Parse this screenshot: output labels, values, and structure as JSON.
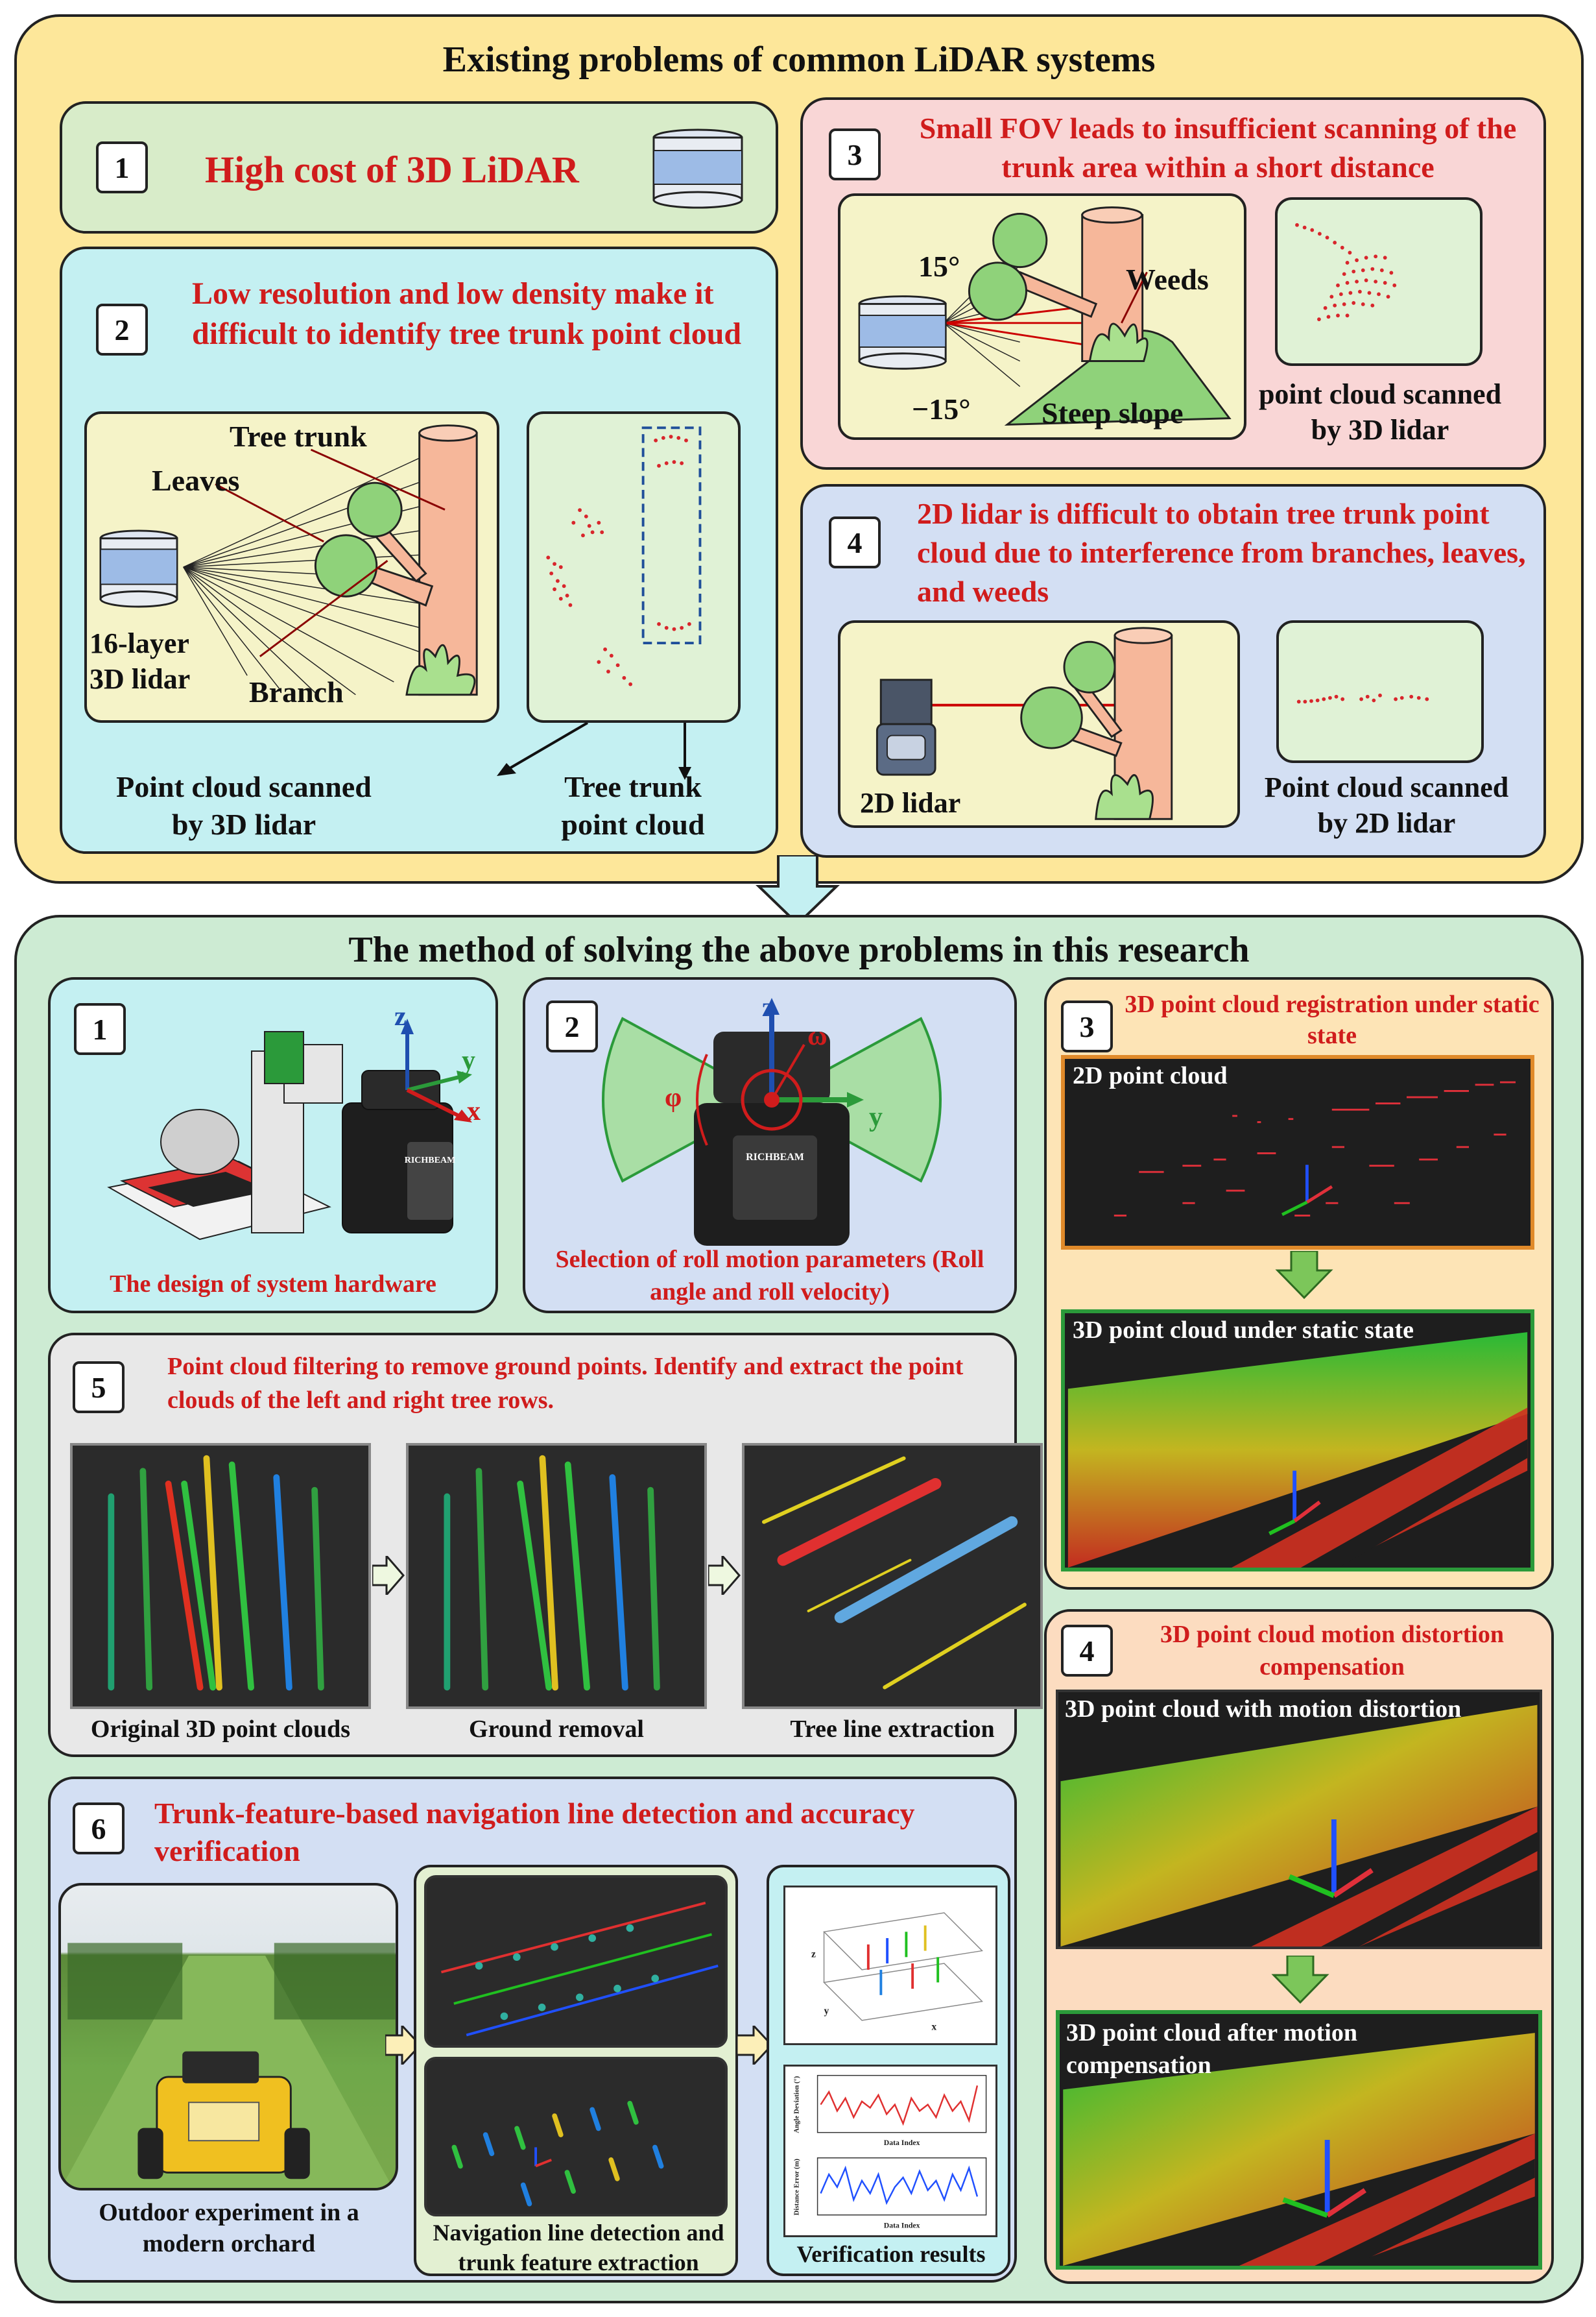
{
  "top": {
    "title": "Existing problems of common LiDAR systems",
    "p1": {
      "num": "1",
      "text": "High cost of 3D LiDAR"
    },
    "p2": {
      "num": "2",
      "text": "Low resolution and low density make it difficult to identify tree trunk point cloud",
      "labels": {
        "tree_trunk": "Tree trunk",
        "leaves": "Leaves",
        "lidar": "16-layer 3D lidar",
        "branch": "Branch"
      },
      "cap_left": "Point cloud scanned by 3D lidar",
      "cap_right": "Tree trunk point cloud"
    },
    "p3": {
      "num": "3",
      "text": "Small FOV leads to insufficient scanning of the trunk area within a short distance",
      "angle_up": "15°",
      "angle_down": "−15°",
      "weeds": "Weeds",
      "slope": "Steep slope",
      "caption": "point cloud scanned by 3D lidar"
    },
    "p4": {
      "num": "4",
      "text": "2D lidar is difficult to obtain tree trunk point cloud due to interference from branches, leaves, and weeds",
      "lidar": "2D lidar",
      "caption": "Point cloud scanned by 2D lidar"
    }
  },
  "bottom": {
    "title": "The method of solving the above problems in this research",
    "s1": {
      "num": "1",
      "caption": "The design of system hardware",
      "z": "z",
      "y": "y",
      "x": "x",
      "brand": "RICHBEAM"
    },
    "s2": {
      "num": "2",
      "caption": "Selection of roll motion parameters (Roll angle and roll velocity)",
      "z": "z",
      "omega": "ω",
      "phi": "φ",
      "y": "y",
      "brand": "RICHBEAM"
    },
    "s3": {
      "num": "3",
      "text": "3D point cloud registration under static state",
      "img1": "2D point cloud",
      "img2": "3D point cloud under static state"
    },
    "s4": {
      "num": "4",
      "text": "3D point cloud motion distortion compensation",
      "img1": "3D point cloud with motion distortion",
      "img2": "3D point cloud after motion compensation"
    },
    "s5": {
      "num": "5",
      "text": "Point cloud filtering to remove ground points. Identify and extract the point clouds of the left and right tree rows.",
      "captions": [
        "Original 3D point clouds",
        "Ground removal",
        "Tree line extraction"
      ]
    },
    "s6": {
      "num": "6",
      "text": "Trunk-feature-based navigation line detection and accuracy verification",
      "cap_photo": "Outdoor experiment in a modern orchard",
      "cap_mid": "Navigation line detection and trunk feature extraction",
      "cap_right": "Verification results",
      "plot_axes": {
        "x": "x",
        "y": "y",
        "z": "z"
      },
      "plot2": {
        "ylabel": "Angle Deviation (°)",
        "xlabel": "Data Index"
      },
      "plot3": {
        "ylabel": "Distance Error (m)",
        "xlabel": "Data Index"
      }
    }
  },
  "colors": {
    "top_bg": "#fde79a",
    "bottom_bg": "#cdebd3",
    "red": "#d01c1c",
    "accent_teal": "#c4f0f2"
  }
}
